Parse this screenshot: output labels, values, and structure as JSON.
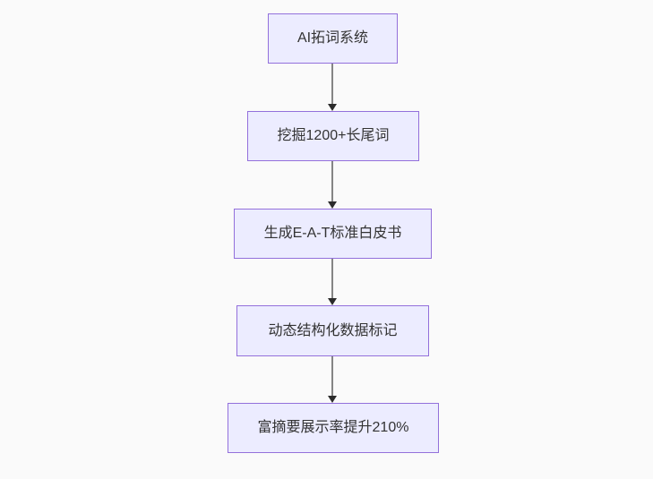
{
  "theme": {
    "background": "#fafafa",
    "node_fill": "#ececff",
    "node_border": "#9370db",
    "text_color": "#333333",
    "edge_line_color": "#858585",
    "arrowhead_color": "#2b2b2b"
  },
  "diagram": {
    "type": "flowchart",
    "direction": "top-down",
    "nodes": [
      {
        "label": "AI拓词系统"
      },
      {
        "label": "挖掘1200+长尾词"
      },
      {
        "label": "生成E-A-T标准白皮书"
      },
      {
        "label": "动态结构化数据标记"
      },
      {
        "label": "富摘要展示率提升210%"
      }
    ],
    "edges": [
      {
        "from": "AI拓词系统",
        "to": "挖掘1200+长尾词"
      },
      {
        "from": "挖掘1200+长尾词",
        "to": "生成E-A-T标准白皮书"
      },
      {
        "from": "生成E-A-T标准白皮书",
        "to": "动态结构化数据标记"
      },
      {
        "from": "动态结构化数据标记",
        "to": "富摘要展示率提升210%"
      }
    ]
  }
}
